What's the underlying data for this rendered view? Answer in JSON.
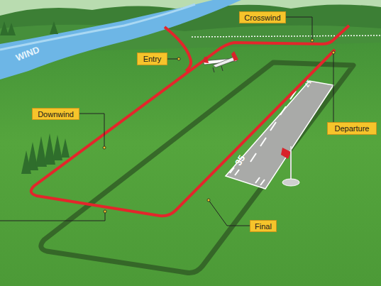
{
  "diagram": {
    "nodes": [
      {
        "text": [
          "Crosswind"
        ]
      },
      {
        "text": [
          "Entry"
        ]
      },
      {
        "text": [
          "Downwind"
        ]
      },
      {
        "text": [
          "Departure"
        ]
      },
      {
        "text": [
          "Final"
        ]
      }
    ],
    "labels": [
      "WIND",
      "35",
      "17"
    ]
  }
}
